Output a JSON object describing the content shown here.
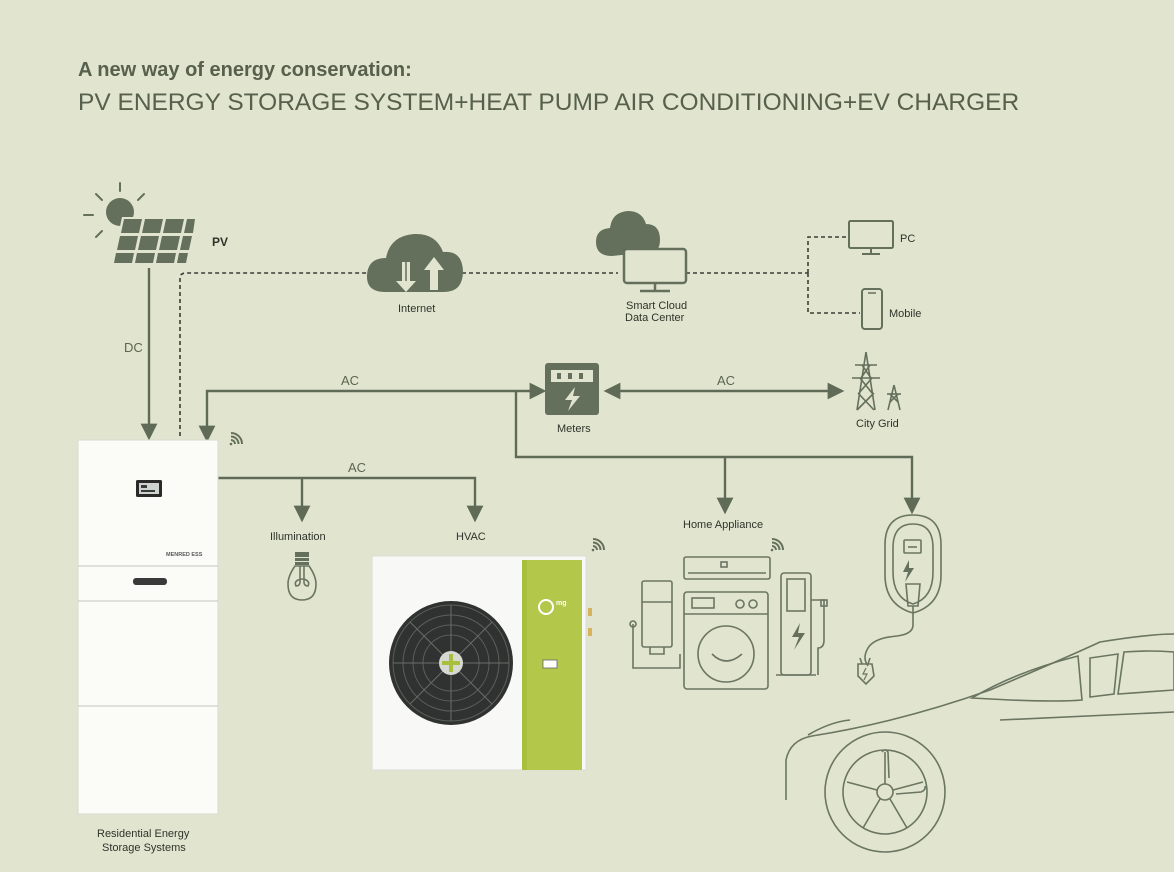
{
  "header": {
    "subtitle": "A new way of energy conservation:",
    "title": "PV ENERGY STORAGE SYSTEM+HEAT PUMP AIR CONDITIONING+EV CHARGER"
  },
  "nodes": {
    "pv": "PV",
    "internet": "Internet",
    "cloud_line1": "Smart Cloud",
    "cloud_line2": "Data Center",
    "pc": "PC",
    "mobile": "Mobile",
    "meters": "Meters",
    "city_grid": "City Grid",
    "illumination": "Illumination",
    "hvac": "HVAC",
    "home_appliance": "Home Appliance",
    "storage_line1": "Residential Energy",
    "storage_line2": "Storage Systems"
  },
  "flows": {
    "dc": "DC",
    "ac_meter": "AC",
    "ac_grid": "AC",
    "ac_loads": "AC"
  },
  "devices": {
    "storage_brand": "MENRED ESS",
    "hvac_brand": "mg"
  },
  "colors": {
    "background": "#e1e5d0",
    "line": "#5f6b57",
    "heat_pump_accent": "#a7bf3c"
  }
}
